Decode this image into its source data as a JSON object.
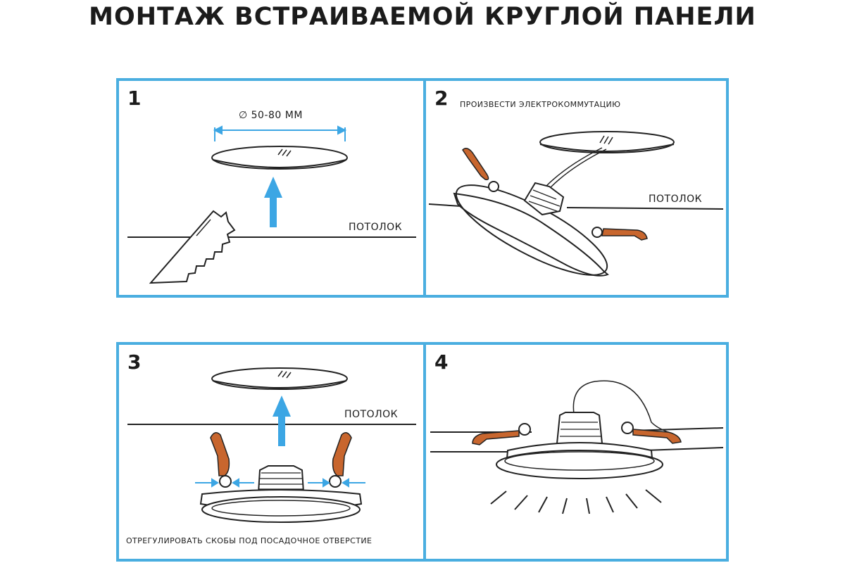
{
  "title": "МОНТАЖ ВСТРАИВАЕМОЙ КРУГЛОЙ ПАНЕЛИ",
  "colors": {
    "frame": "#4aaee0",
    "arrow": "#3ca6e4",
    "clip": "#c8662e",
    "line": "#222222"
  },
  "steps": [
    {
      "number": "1",
      "diameter_label": "∅ 50-80 ММ",
      "ceiling_label": "ПОТОЛОК"
    },
    {
      "number": "2",
      "caption": "ПРОИЗВЕСТИ ЭЛЕКТРОКОММУТАЦИЮ",
      "ceiling_label": "ПОТОЛОК"
    },
    {
      "number": "3",
      "ceiling_label": "ПОТОЛОК",
      "caption": "ОТРЕГУЛИРОВАТЬ СКОБЫ ПОД ПОСАДОЧНОЕ ОТВЕРСТИЕ"
    },
    {
      "number": "4"
    }
  ]
}
